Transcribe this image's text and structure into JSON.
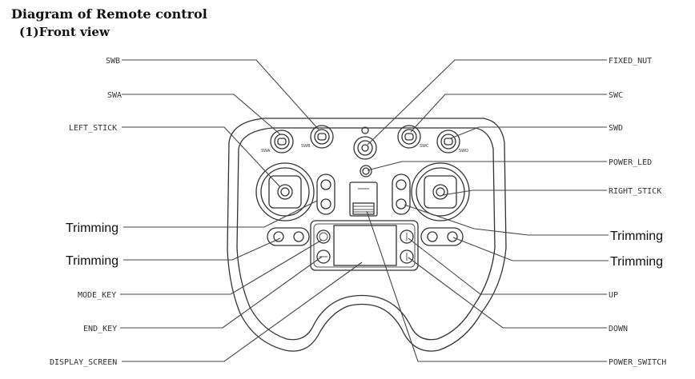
{
  "header": {
    "title": "Diagram of Remote control",
    "subtitle": "(1)Front view"
  },
  "labels": {
    "swb": "SWB",
    "swa": "SWA",
    "left_stick": "LEFT_STICK",
    "trimming_left_1": "Trimming",
    "trimming_left_2": "Trimming",
    "mode_key": "MODE_KEY",
    "end_key": "END_KEY",
    "display_screen": "DISPLAY_SCREEN",
    "fixed_nut": "FIXED_NUT",
    "swc": "SWC",
    "swd": "SWD",
    "power_led": "POWER_LED",
    "right_stick": "RIGHT_STICK",
    "trimming_right_1": "Trimming",
    "trimming_right_2": "Trimming",
    "up": "UP",
    "down": "DOWN",
    "power_switch": "POWER_SWITCH"
  },
  "switch_marks": {
    "swa": "SWA",
    "swb": "SWB",
    "swc": "SWC",
    "swd": "SWD"
  }
}
